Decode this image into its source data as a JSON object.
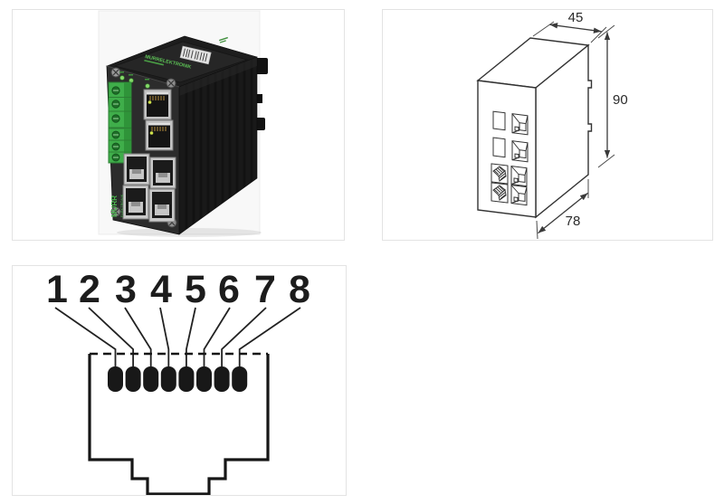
{
  "panels": {
    "photo": {
      "brand_top_label": "MURRELEKTRONIK",
      "brand_side_line1": "MURR",
      "brand_side_line2": "ELEKTRONIK"
    },
    "dimensions": {
      "width": "45",
      "height": "90",
      "depth": "78"
    },
    "pinout": {
      "pins": [
        "1",
        "2",
        "3",
        "4",
        "5",
        "6",
        "7",
        "8"
      ]
    }
  },
  "colors": {
    "panel_border": "#e3e3e3",
    "drawing_line": "#3a3a3a",
    "diagram_ink": "#1a1a1a",
    "brand_green": "#44b049",
    "device_black": "#222222"
  }
}
